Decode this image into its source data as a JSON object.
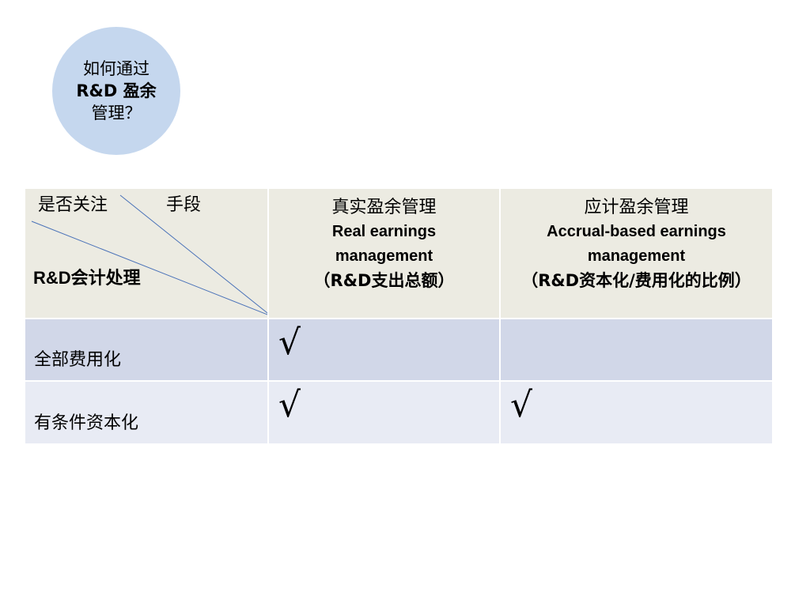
{
  "bubble": {
    "line1": "如何通过",
    "line2": "R&D 盈余",
    "line3": "管理？"
  },
  "table": {
    "corner": {
      "top_left": "是否关注",
      "top_right": "手段",
      "bottom_left": "R&D会计处理"
    },
    "columns": [
      {
        "zh": "真实盈余管理",
        "en_line1": "Real earnings",
        "en_line2": "management",
        "paren": "（R&D支出总额）"
      },
      {
        "zh": "应计盈余管理",
        "en_line1": "Accrual-based earnings",
        "en_line2": "management",
        "paren": "（R&D资本化/费用化的比例）"
      }
    ],
    "rows": [
      {
        "label": "全部费用化",
        "real": "√",
        "accrual": ""
      },
      {
        "label": "有条件资本化",
        "real": "√",
        "accrual": "√"
      }
    ]
  }
}
